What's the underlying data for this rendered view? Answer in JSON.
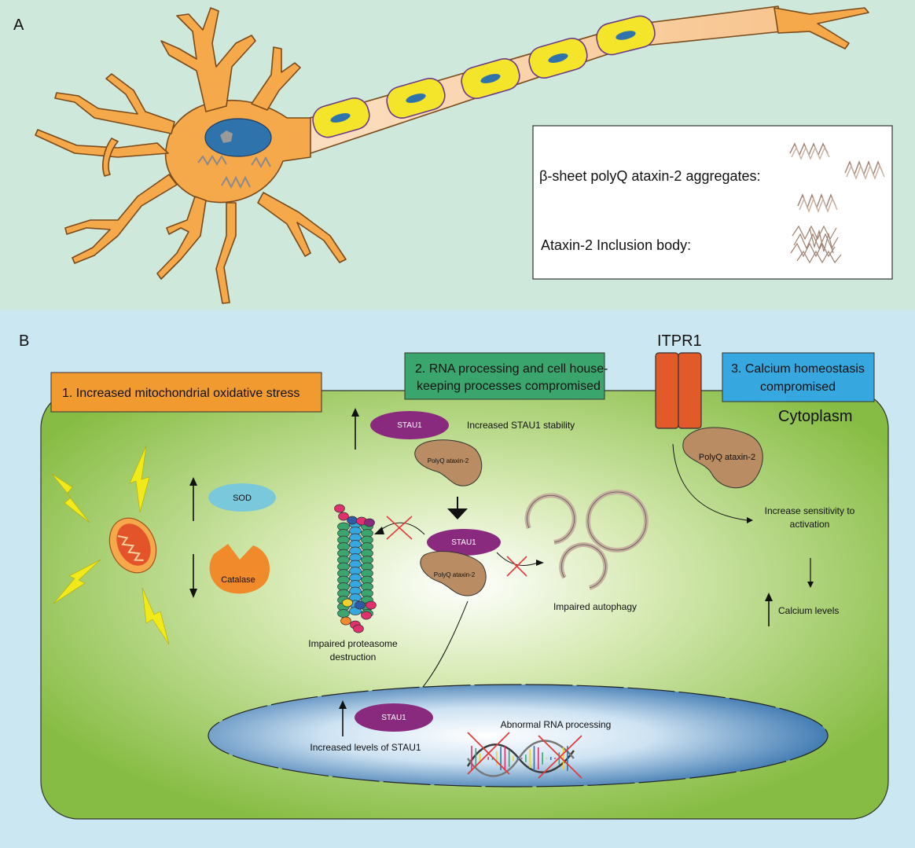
{
  "panel_a": {
    "letter": "A",
    "legend": {
      "aggregates_label": "β-sheet polyQ ataxin-2  aggregates:",
      "inclusion_label": "Ataxin-2 Inclusion body:"
    }
  },
  "panel_b": {
    "letter": "B",
    "box1": "1. Increased mitochondrial oxidative stress",
    "box2_line1": "2. RNA processing and cell house-",
    "box2_line2": "keeping processes compromised",
    "box3_line1": "3. Calcium homeostasis",
    "box3_line2": "compromised",
    "itpr1": "ITPR1",
    "cytoplasm": "Cytoplasm",
    "sod": "SOD",
    "catalase": "Catalase",
    "stau1": "STAU1",
    "polyq_ataxin": "PolyQ ataxin-2",
    "increased_stau1_stability": "Increased STAU1 stability",
    "impaired_proteasome_line1": "Impaired proteasome",
    "impaired_proteasome_line2": "destruction",
    "impaired_autophagy": "Impaired autophagy",
    "increase_sensitivity_line1": "Increase sensitivity to",
    "increase_sensitivity_line2": "activation",
    "calcium_levels": "Calcium levels",
    "increased_levels_stau1": "Increased levels of STAU1",
    "abnormal_rna": "Abnormal RNA  processing"
  },
  "colors": {
    "panel_a_bg": "#cfe8dc",
    "panel_b_bg": "#cbe7f1",
    "neuron": "#f6a94a",
    "myelin": "#f4e52a",
    "cytoplasm": "#8cc04a",
    "nucleus": "#2f73ad",
    "box1": "#f09a30",
    "box2": "#3aa66e",
    "box3": "#36a8df",
    "stau1": "#8a2a7f",
    "ataxin": "#b98c63",
    "itpr1": "#e35a2a",
    "lightning": "#f2e91b",
    "cross": "#e13b3b"
  }
}
